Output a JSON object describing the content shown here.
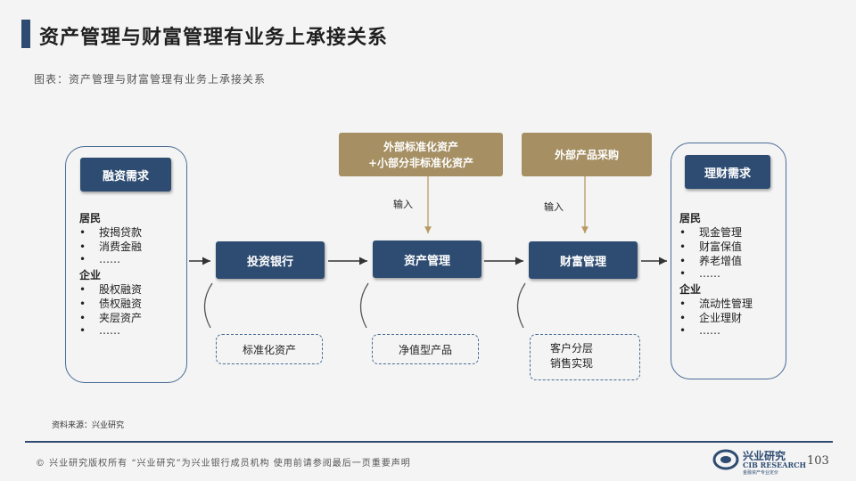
{
  "title": "资产管理与财富管理有业务上承接关系",
  "caption": "图表：资产管理与财富管理有业务上承接关系",
  "left_panel": {
    "header": "融资需求",
    "groups": [
      {
        "label": "居民",
        "items": [
          "按揭贷款",
          "消费金融",
          "……"
        ]
      },
      {
        "label": "企业",
        "items": [
          "股权融资",
          "债权融资",
          "夹层资产",
          "……"
        ]
      }
    ]
  },
  "right_panel": {
    "header": "理财需求",
    "groups": [
      {
        "label": "居民",
        "items": [
          "现金管理",
          "财富保值",
          "养老增值",
          "……"
        ]
      },
      {
        "label": "企业",
        "items": [
          "流动性管理",
          "企业理财",
          "……"
        ]
      }
    ]
  },
  "top_boxes": {
    "external_assets": [
      "外部标准化资产",
      "+小部分非标准化资产"
    ],
    "external_products": "外部产品采购"
  },
  "input_label": "输入",
  "flow": [
    "投资银行",
    "资产管理",
    "财富管理"
  ],
  "outputs": {
    "investment_bank": "标准化资产",
    "asset_management": "净值型产品",
    "wealth_management": [
      "客户分层",
      "销售实现"
    ]
  },
  "bullet": "•",
  "source": "资料来源：兴业研究",
  "footer": "©  兴业研究版权所有    “兴业研究”为兴业银行成员机构   使用前请参阅最后一页重要声明",
  "logo": {
    "name": "兴业研究",
    "en": "CIB RESEARCH",
    "sub": "金融资产专业定价"
  },
  "page_number": "103",
  "colors": {
    "navy": "#2e4c72",
    "gold": "#a58f63",
    "border": "#4a6d96",
    "background": "#f4f4f4"
  }
}
